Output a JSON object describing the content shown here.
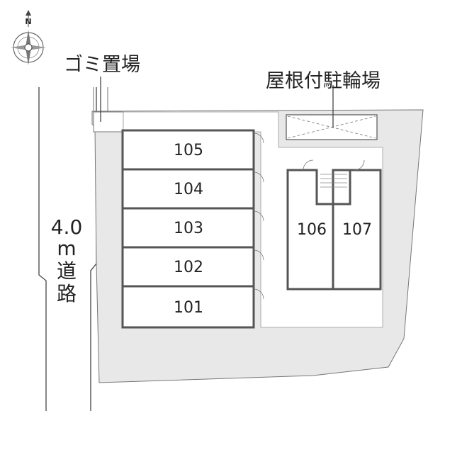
{
  "compass": {
    "north_label": "N"
  },
  "labels": {
    "trash": "ゴミ置場",
    "bike_parking": "屋根付駐輪場",
    "road_width": "4.0",
    "road_unit": "m",
    "road_word_1": "道",
    "road_word_2": "路"
  },
  "units": [
    {
      "number": "105"
    },
    {
      "number": "104"
    },
    {
      "number": "103"
    },
    {
      "number": "102"
    },
    {
      "number": "101"
    },
    {
      "number": "106"
    },
    {
      "number": "107"
    }
  ]
}
